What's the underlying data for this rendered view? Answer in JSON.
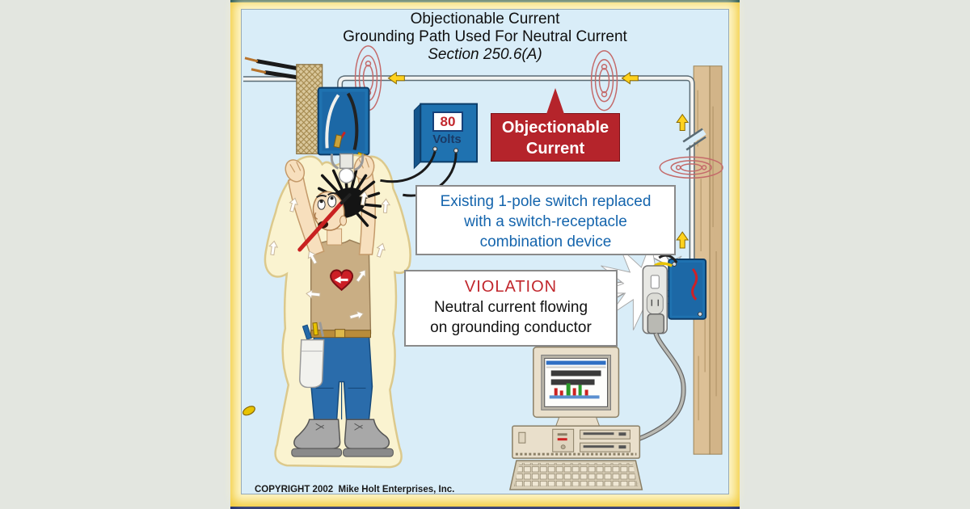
{
  "page": {
    "background": "#e3e6e0"
  },
  "frame": {
    "gold": "#f2cb3c",
    "inner_glow": "#fdf5c8",
    "top_edge_color": "#1a4f4c",
    "bottom_edge_color": "#212f6e",
    "canvas_background": "#d9edf8"
  },
  "title": {
    "line1": "Objectionable Current",
    "line2": "Grounding Path Used For Neutral Current",
    "line3": "Section 250.6(A)"
  },
  "voltmeter": {
    "reading": "80",
    "unit": "Volts",
    "body_color": "#1f72b0",
    "reading_color": "#c1272d"
  },
  "banner": {
    "line1": "Objectionable",
    "line2": "Current",
    "background": "#b5242b",
    "text_color": "#ffffff"
  },
  "switch_callout": {
    "line1": "Existing 1-pole switch replaced",
    "line2": "with a switch-receptacle",
    "line3": "combination device",
    "text_color": "#1565ad"
  },
  "violation_callout": {
    "heading": "VIOLATION",
    "line1": "Neutral current flowing",
    "line2": "on grounding conductor",
    "heading_color": "#c1272d",
    "text_color": "#111111"
  },
  "footer": {
    "copyright": "COPYRIGHT 2002  Mike Holt Enterprises, Inc."
  },
  "icons": {
    "emf_spiral_color": "#c46a6a",
    "current_arrow_color": "#ffd21e",
    "heart_color": "#cc1f26"
  }
}
